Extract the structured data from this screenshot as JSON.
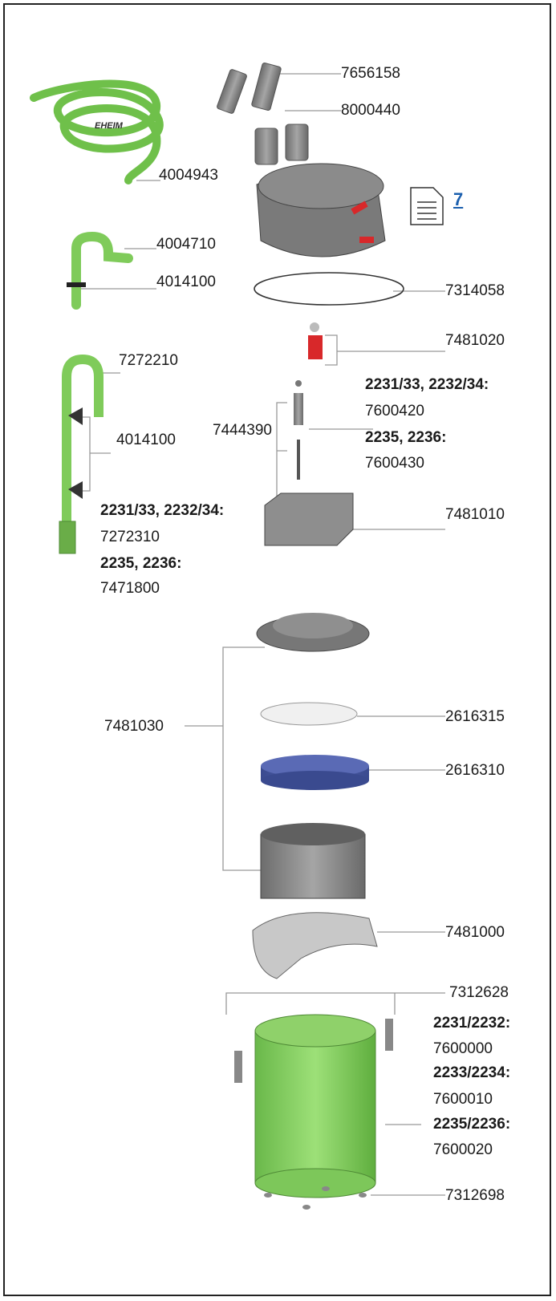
{
  "doc_ref": {
    "label": "7",
    "icon": "document-icon",
    "link_color": "#1b5fae"
  },
  "colors": {
    "hose_green": "#8fd16a",
    "body_gray": "#8c8c8c",
    "accent_red": "#d8282a",
    "filter_blue": "#4a5aa0"
  },
  "parts": {
    "p7656158": "7656158",
    "p8000440": "8000440",
    "p4004943": "4004943",
    "hose_brand": "EHEIM",
    "p4004710": "4004710",
    "p4014100_a": "4014100",
    "p7314058": "7314058",
    "p7481020": "7481020",
    "p7272210": "7272210",
    "p4014100_b": "4014100",
    "p7444390": "7444390",
    "impeller_m1": "2231/33, 2232/34:",
    "impeller_v1": "7600420",
    "impeller_m2": "2235, 2236:",
    "impeller_v2": "7600430",
    "p7481010": "7481010",
    "intake_m1": "2231/33, 2232/34:",
    "intake_v1": "7272310",
    "intake_m2": "2235, 2236:",
    "intake_v2": "7471800",
    "p7481030": "7481030",
    "p2616315": "2616315",
    "p2616310": "2616310",
    "p7481000": "7481000",
    "p7312628": "7312628",
    "canister_m1": "2231/2232:",
    "canister_v1": "7600000",
    "canister_m2": "2233/2234:",
    "canister_v2": "7600010",
    "canister_m3": "2235/2236:",
    "canister_v3": "7600020",
    "p7312698": "7312698"
  }
}
